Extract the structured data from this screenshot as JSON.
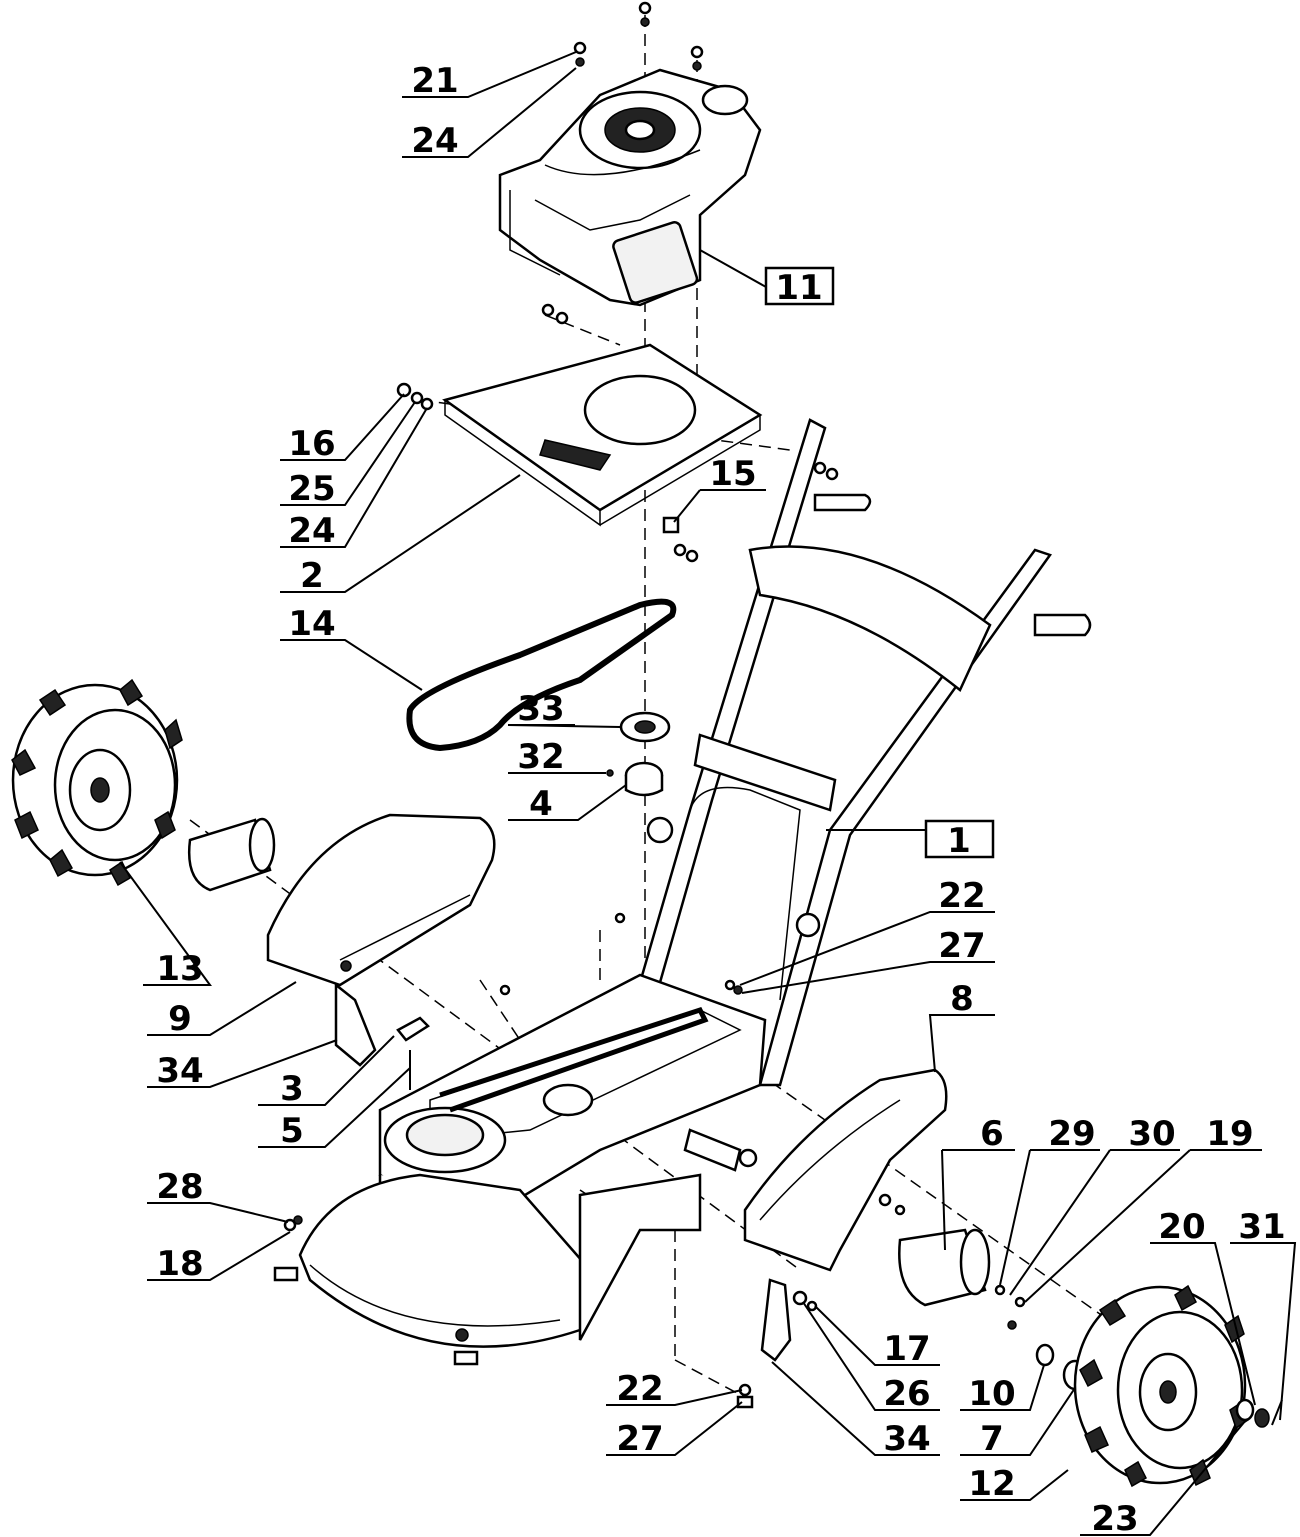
{
  "callouts": [
    {
      "id": "21",
      "text": "21",
      "boxed": false
    },
    {
      "id": "24a",
      "text": "24",
      "boxed": false
    },
    {
      "id": "11",
      "text": "11",
      "boxed": true
    },
    {
      "id": "16",
      "text": "16",
      "boxed": false
    },
    {
      "id": "25",
      "text": "25",
      "boxed": false
    },
    {
      "id": "24b",
      "text": "24",
      "boxed": false
    },
    {
      "id": "15",
      "text": "15",
      "boxed": false
    },
    {
      "id": "2",
      "text": "2",
      "boxed": false
    },
    {
      "id": "14",
      "text": "14",
      "boxed": false
    },
    {
      "id": "33",
      "text": "33",
      "boxed": false
    },
    {
      "id": "32",
      "text": "32",
      "boxed": false
    },
    {
      "id": "4",
      "text": "4",
      "boxed": false
    },
    {
      "id": "1",
      "text": "1",
      "boxed": true
    },
    {
      "id": "13",
      "text": "13",
      "boxed": false
    },
    {
      "id": "22a",
      "text": "22",
      "boxed": false
    },
    {
      "id": "27a",
      "text": "27",
      "boxed": false
    },
    {
      "id": "9",
      "text": "9",
      "boxed": false
    },
    {
      "id": "8",
      "text": "8",
      "boxed": false
    },
    {
      "id": "34a",
      "text": "34",
      "boxed": false
    },
    {
      "id": "3",
      "text": "3",
      "boxed": false
    },
    {
      "id": "5",
      "text": "5",
      "boxed": false
    },
    {
      "id": "6",
      "text": "6",
      "boxed": false
    },
    {
      "id": "29",
      "text": "29",
      "boxed": false
    },
    {
      "id": "30",
      "text": "30",
      "boxed": false
    },
    {
      "id": "19",
      "text": "19",
      "boxed": false
    },
    {
      "id": "28",
      "text": "28",
      "boxed": false
    },
    {
      "id": "20",
      "text": "20",
      "boxed": false
    },
    {
      "id": "31",
      "text": "31",
      "boxed": false
    },
    {
      "id": "18",
      "text": "18",
      "boxed": false
    },
    {
      "id": "17",
      "text": "17",
      "boxed": false
    },
    {
      "id": "22b",
      "text": "22",
      "boxed": false
    },
    {
      "id": "26",
      "text": "26",
      "boxed": false
    },
    {
      "id": "10",
      "text": "10",
      "boxed": false
    },
    {
      "id": "27b",
      "text": "27",
      "boxed": false
    },
    {
      "id": "34b",
      "text": "34",
      "boxed": false
    },
    {
      "id": "7",
      "text": "7",
      "boxed": false
    },
    {
      "id": "12",
      "text": "12",
      "boxed": false
    },
    {
      "id": "23",
      "text": "23",
      "boxed": false
    }
  ]
}
